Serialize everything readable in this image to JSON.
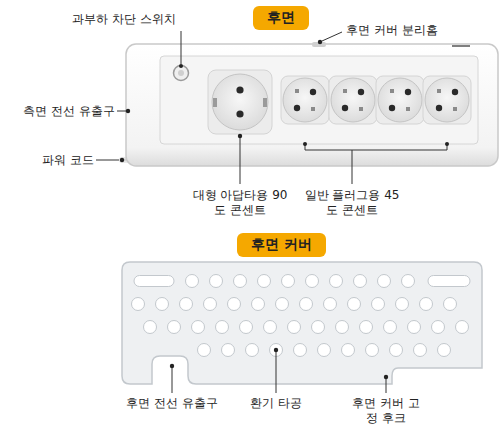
{
  "diagram": {
    "nodes": [
      {
        "text": [
          "후면"
        ]
      },
      {
        "text": [
          "후면 커버"
        ]
      }
    ],
    "labels": [
      "과부하 차단 스위치",
      "후면 커버 분리홈",
      "측면 전선 유출구",
      "파워 코드",
      "대형 아답타용 90도 콘센트",
      "일반 플러그용 45도 콘센트",
      "후면 전선 유출구",
      "환기 타공",
      "후면 커버 고정 후크"
    ]
  }
}
